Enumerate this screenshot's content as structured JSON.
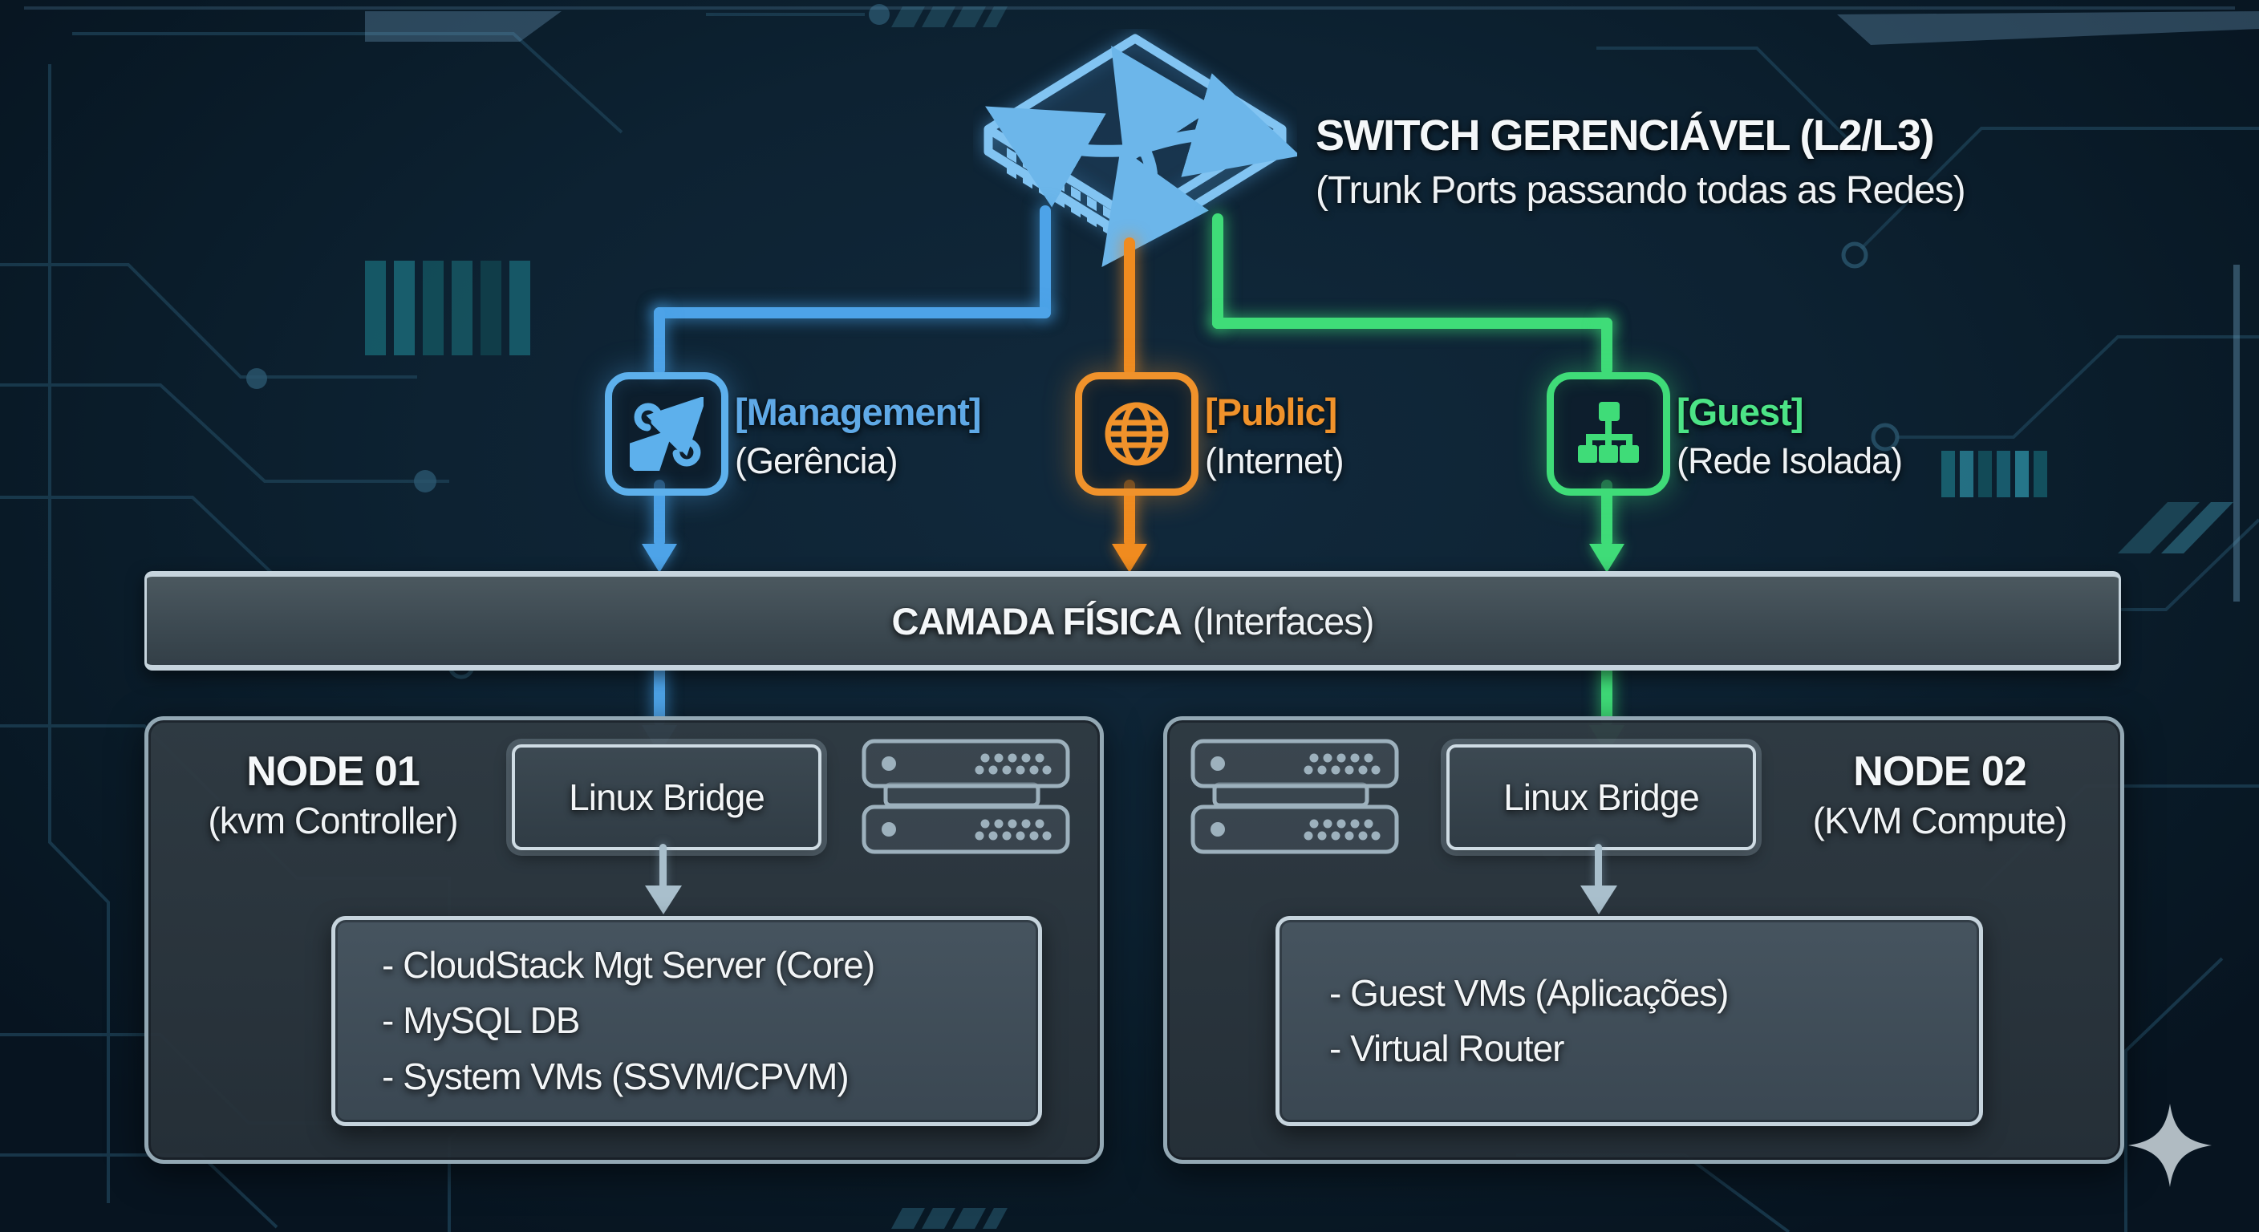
{
  "switch": {
    "title": "SWITCH GERENCIÁVEL (L2/L3)",
    "subtitle": "(Trunk Ports passando todas as Redes)"
  },
  "networks": [
    {
      "id": "management",
      "label": "[Management]",
      "sublabel": "(Gerência)",
      "color": "#5fa9e6",
      "icon": "crossed-tools-icon"
    },
    {
      "id": "public",
      "label": "[Public]",
      "sublabel": "(Internet)",
      "color": "#f0922b",
      "icon": "globe-icon"
    },
    {
      "id": "guest",
      "label": "[Guest]",
      "sublabel": "(Rede Isolada)",
      "color": "#4ce386",
      "icon": "network-tree-icon"
    }
  ],
  "physical_layer": {
    "title": "CAMADA FÍSICA",
    "subtitle": "(Interfaces)"
  },
  "nodes": [
    {
      "name": "NODE 01",
      "role": "(kvm Controller)",
      "bridge_label": "Linux Bridge",
      "items": [
        "- CloudStack Mgt Server (Core)",
        "- MySQL DB",
        "- System VMs (SSVM/CPVM)"
      ]
    },
    {
      "name": "NODE 02",
      "role": "(KVM Compute)",
      "bridge_label": "Linux Bridge",
      "items": [
        "- Guest VMs (Aplicações)",
        "- Virtual Router"
      ]
    }
  ],
  "colors": {
    "management_blue": "#4da3e8",
    "public_orange": "#f08b1f",
    "guest_green": "#3fdc78",
    "bar_border": "#c6d4dd",
    "background": "#0d2232"
  }
}
